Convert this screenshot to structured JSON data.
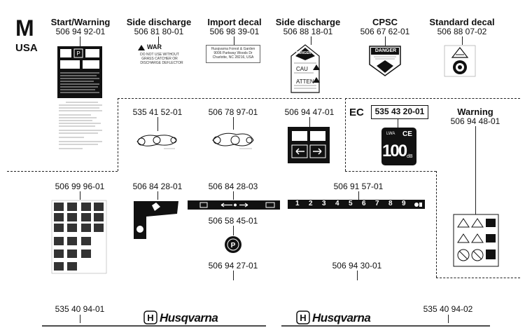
{
  "region": {
    "letter": "M",
    "country": "USA"
  },
  "headers": [
    {
      "title": "Start/Warning",
      "part": "506 94 92-01"
    },
    {
      "title": "Side discharge",
      "part": "506 81 80-01"
    },
    {
      "title": "Import decal",
      "part": "506 98 39-01"
    },
    {
      "title": "Side discharge",
      "part": "506 88 18-01"
    },
    {
      "title": "CPSC",
      "part": "506 67 62-01"
    },
    {
      "title": "Standard decal",
      "part": "506 88 07-02"
    }
  ],
  "ec": {
    "label": "EC",
    "part": "535 43 20-01",
    "sound_value": "100",
    "sound_unit": "dB",
    "lwa": "LWA",
    "ce": "CE"
  },
  "warning": {
    "title": "Warning",
    "part": "506 94 48-01"
  },
  "middle_parts": [
    "535 41 52-01",
    "506 78 97-01",
    "506 94 47-01"
  ],
  "lower_parts": {
    "p1": "506 99 96-01",
    "p2": "506 84 28-01",
    "p3": "506 84 28-03",
    "p4": "506 91 57-01",
    "p5": "506 58 45-01",
    "p6": "506 94 27-01",
    "p7": "506 94 30-01"
  },
  "bottom_parts": [
    "535 40 94-01",
    "535 40 94-02"
  ],
  "brand": "Husqvarna",
  "import_decal_text": [
    "Husqvarna Forest & Garden",
    "9006 Parkway Woods Dr",
    "Charlotte, NC 28216, USA"
  ],
  "side_discharge_text": [
    "WAR",
    "DO NOT USE WITHOUT",
    "GRASS CATCHER OR",
    "DISCHARGE DEFLECTOR"
  ],
  "danger_text": [
    "DANGER",
    "CAU",
    "ATTEN"
  ],
  "cpsc_text": "DANGER",
  "speed_digits": [
    "1",
    "2",
    "3",
    "4",
    "5",
    "6",
    "7",
    "8",
    "9"
  ],
  "colors": {
    "ink": "#111111",
    "paper": "#ffffff"
  }
}
